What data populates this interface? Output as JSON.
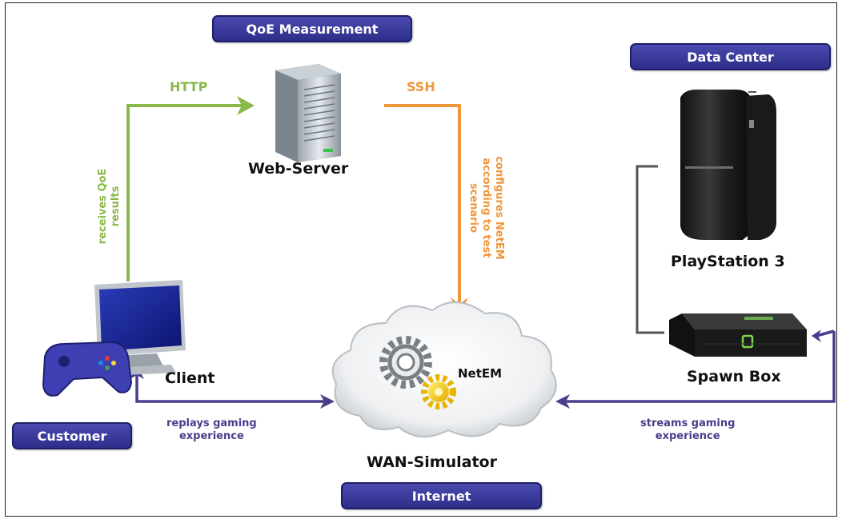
{
  "zones": {
    "qoe": "QoE Measurement",
    "datacenter": "Data Center",
    "customer": "Customer",
    "internet": "Internet"
  },
  "nodes": {
    "webserver": "Web-Server",
    "ps3": "PlayStation 3",
    "spawnbox": "Spawn Box",
    "client": "Client",
    "wan": "WAN-Simulator",
    "netem": "NetEM"
  },
  "protocols": {
    "http": "HTTP",
    "ssh": "SSH"
  },
  "annotations": {
    "receives_l1": "receives QoE",
    "receives_l2": "results",
    "configures_l1": "configures NetEM",
    "configures_l2": "according to test",
    "configures_l3": "scenario",
    "replays_l1": "replays gaming",
    "replays_l2": "experience",
    "streams_l1": "streams gaming",
    "streams_l2": "experience"
  },
  "colors": {
    "http_arrow": "#8bb84a",
    "ssh_arrow": "#f0963a",
    "stream_arrow": "#4a3d8c",
    "ps3_link": "#555555",
    "zone_fill": "#3a3a9a"
  },
  "icons": [
    "server-icon",
    "playstation3-icon",
    "spawn-box-icon",
    "monitor-icon",
    "gamepad-icon",
    "cloud-icon",
    "gear-icon"
  ]
}
